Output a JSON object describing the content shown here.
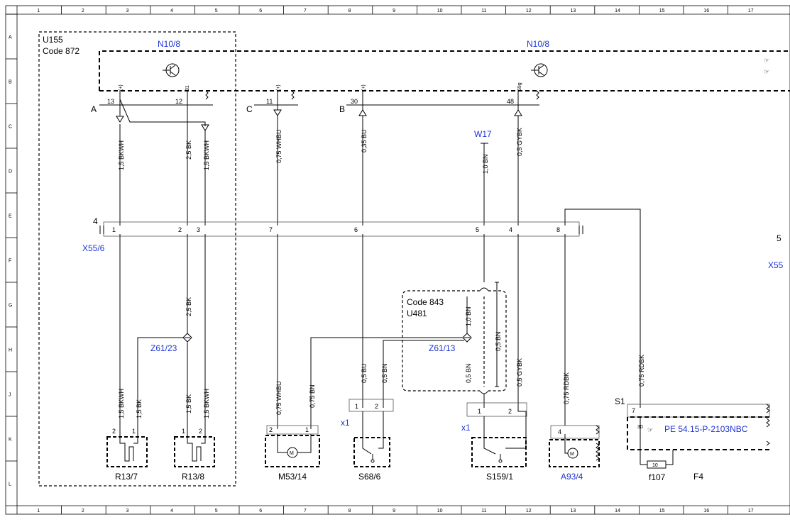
{
  "grid": {
    "columns": [
      "1",
      "2",
      "3",
      "4",
      "5",
      "6",
      "7",
      "8",
      "9",
      "10",
      "11",
      "12",
      "13",
      "14",
      "15",
      "16",
      "17"
    ],
    "rows": [
      "A",
      "B",
      "C",
      "D",
      "E",
      "F",
      "G",
      "H",
      "J",
      "K",
      "L"
    ]
  },
  "modules": {
    "u155_label": "U155",
    "u155_code": "Code 872",
    "n10_left": "N10/8",
    "n10_right": "N10/8"
  },
  "plugs": {
    "A": "A",
    "B": "B",
    "C": "C"
  },
  "pin_numbers_top": [
    "13",
    "12",
    "11",
    "30",
    "48"
  ],
  "pin_symbols_top": [
    "(+)",
    "31",
    "(+)",
    "(+)",
    "59g"
  ],
  "wires": {
    "w1": "1,5 BKWH",
    "w2": "2,5 BK",
    "w3": "1,5 BKWH",
    "w4": "0,75 WHBU",
    "w5": "0,35 BU",
    "w6": "1,0 BN",
    "w7": "0,5 GYBK",
    "w_lower_1": "1,5 BKWH",
    "w_lower_2": "1,5 BK",
    "w_lower_3": "2,5 BK",
    "w_lower_3b": "1,5 BK",
    "w_lower_4": "1,5 BKWH",
    "w_lower_5": "0,75 WHBU",
    "w_lower_6": "0,75 BN",
    "w_lower_7": "0,5 BU",
    "w_lower_8": "0,5 BN",
    "w_lower_9": "0,5 BN",
    "w_lower_10": "1,0 BN",
    "w_lower_11": "0,5 BN",
    "w_lower_12": "0,5 GYBK",
    "w_lower_13": "0,75 RDBK",
    "w_lower_14": "0,75 RDBK"
  },
  "connector_x55": {
    "number": "4",
    "name": "X55/6",
    "pins": [
      "1",
      "2",
      "3",
      "7",
      "6",
      "5",
      "4",
      "8"
    ]
  },
  "connector_right": {
    "number": "5",
    "name": "X55"
  },
  "w17": "W17",
  "splices": {
    "z61_23": "Z61/23",
    "z61_13": "Z61/13"
  },
  "option_box": {
    "code": "Code 843",
    "module": "U481"
  },
  "x1_labels": [
    "x1",
    "x1"
  ],
  "connector_pins_lower": {
    "s68": [
      "1",
      "2"
    ],
    "s159": [
      "1",
      "2"
    ],
    "r137": [
      "2",
      "1"
    ],
    "r138": [
      "1",
      "2"
    ],
    "m53": [
      "2",
      "1"
    ],
    "a93": "4",
    "s1": "7",
    "s1_30": "30",
    "fuse": "10"
  },
  "components": {
    "r137": "R13/7",
    "r138": "R13/8",
    "m53": "M53/14",
    "s68": "S68/6",
    "s159": "S159/1",
    "a93": "A93/4",
    "f107": "f107",
    "f4": "F4",
    "s1": "S1"
  },
  "reference": "PE 54.15-P-2103NBC",
  "colors": {
    "link": "#1f35d6",
    "line": "#000000",
    "bg": "#ffffff"
  }
}
